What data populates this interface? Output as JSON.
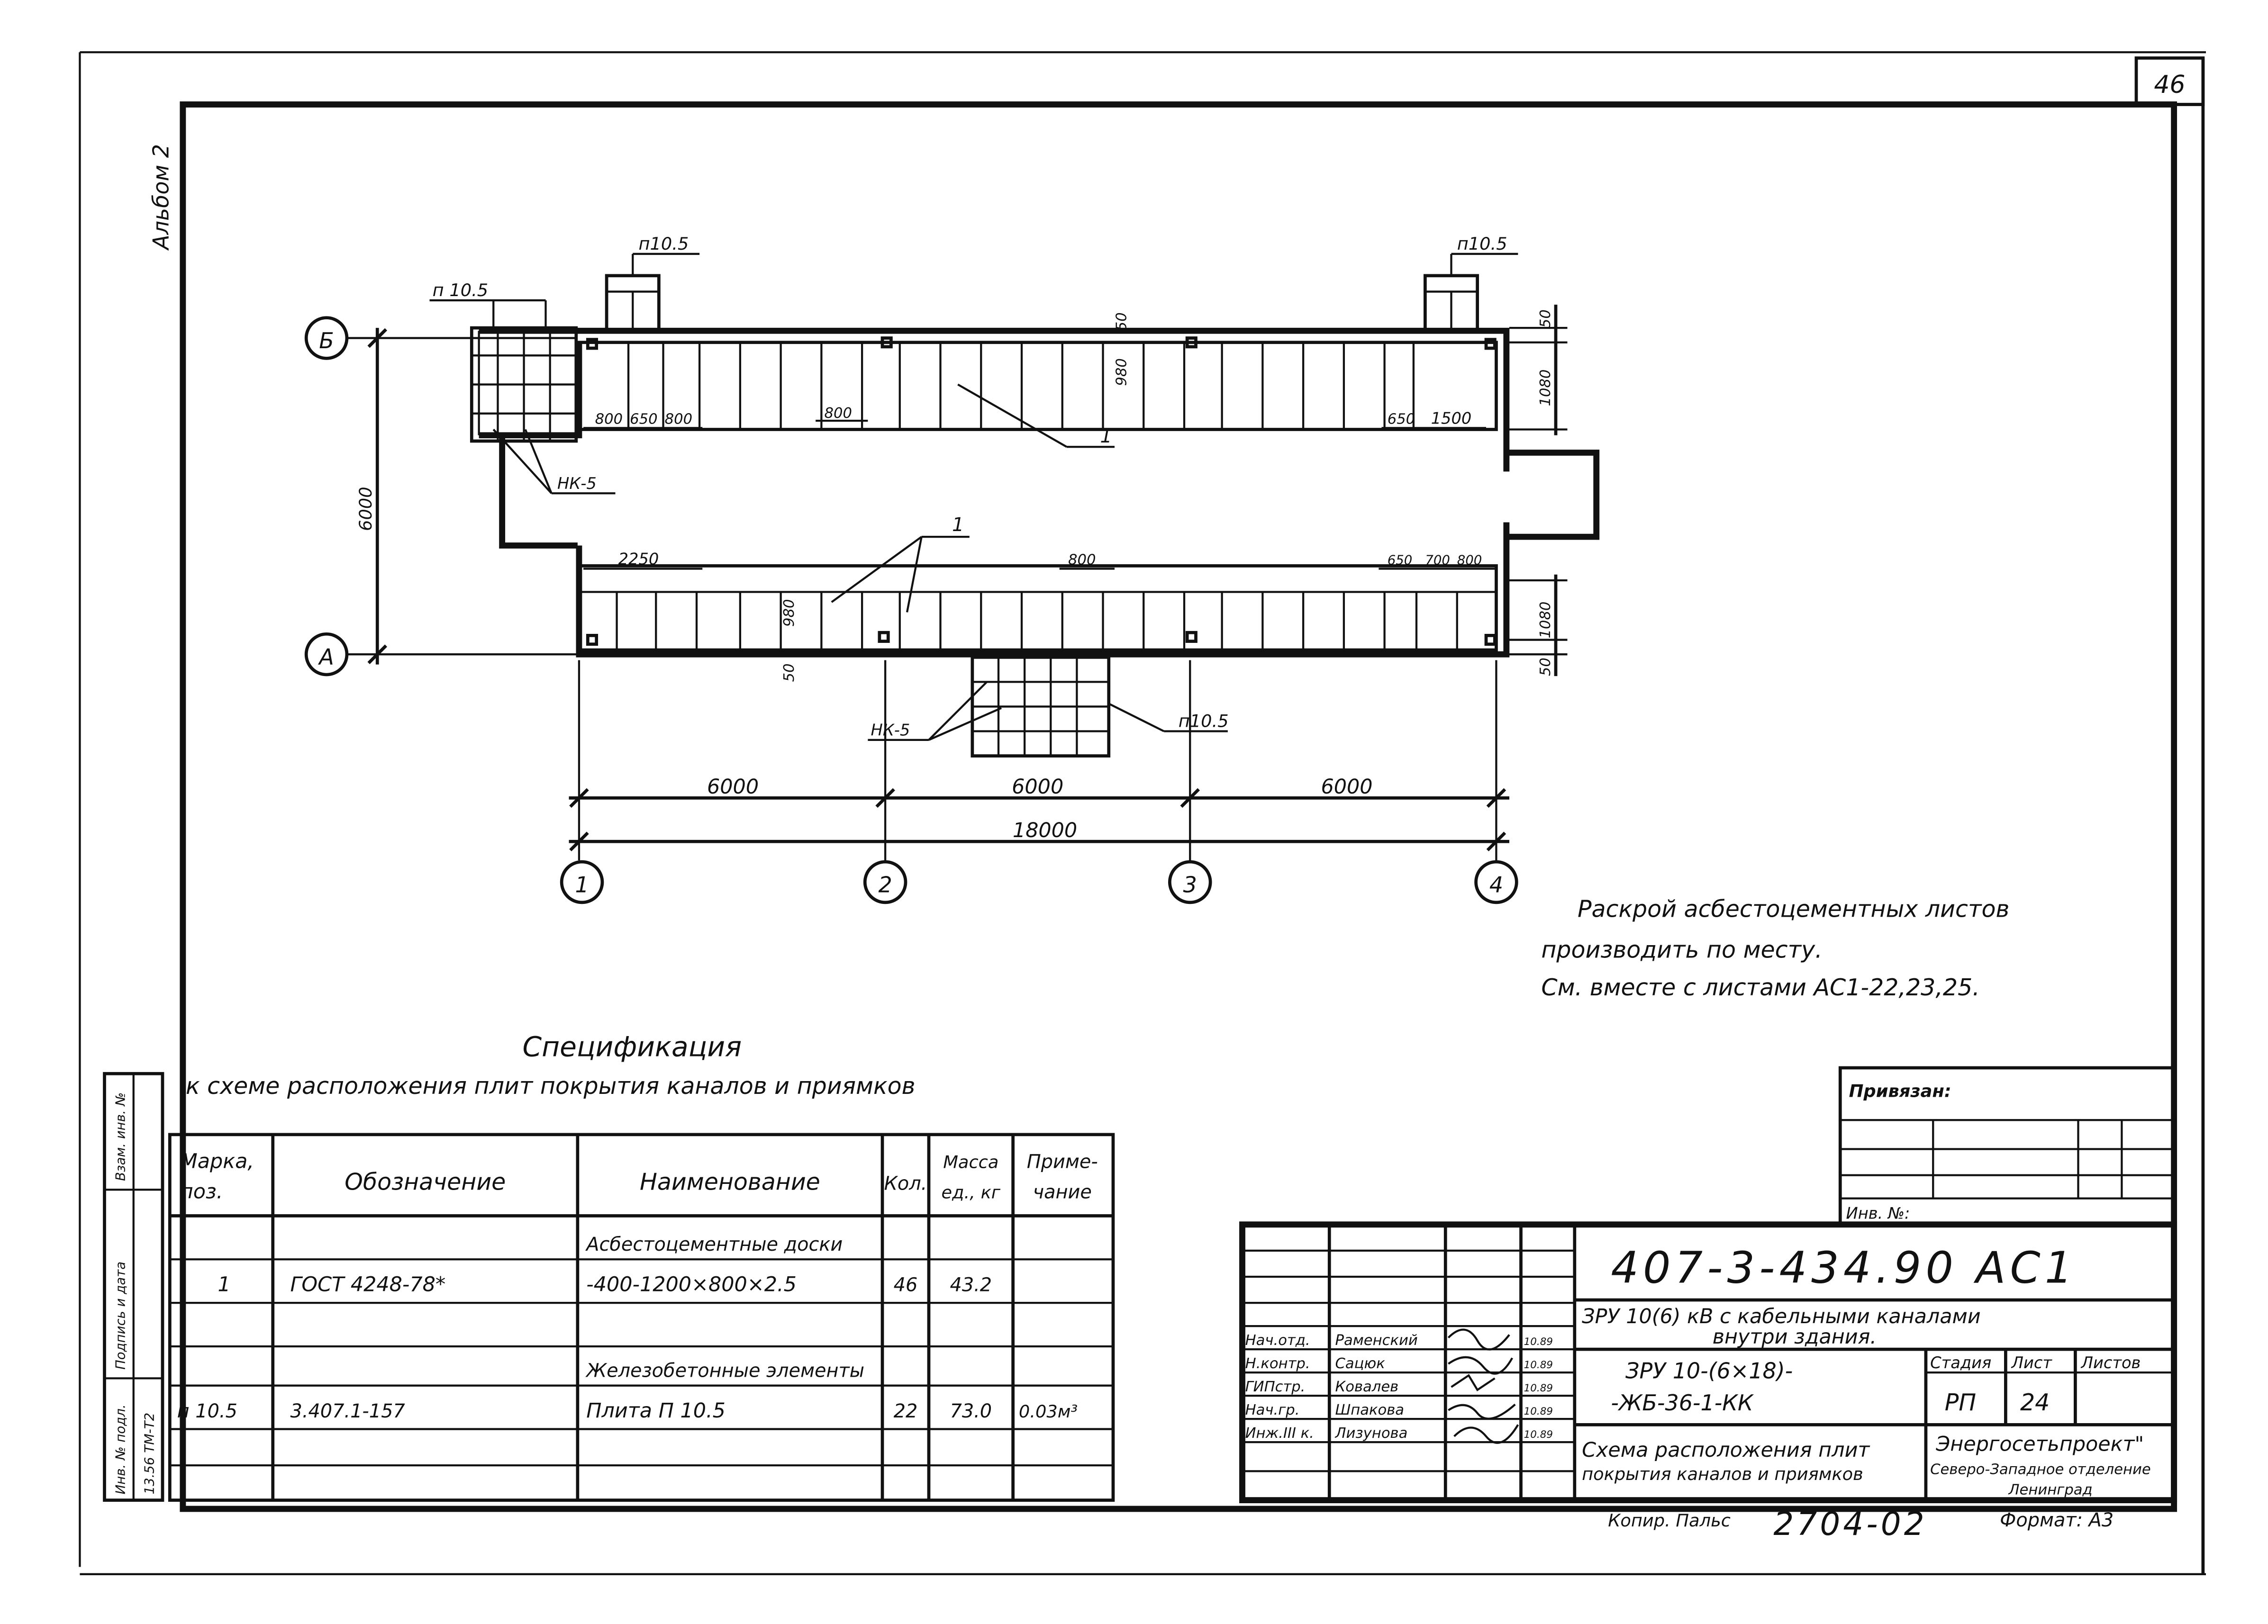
{
  "sheet_number": "46",
  "album_label": "Альбом 2",
  "axes": {
    "rows": [
      "Б",
      "A"
    ],
    "columns": [
      "1",
      "2",
      "3",
      "4"
    ]
  },
  "plan": {
    "top_slab_labels": [
      "п10.5",
      "п10.5",
      "п 10.5"
    ],
    "bottom_slab_label": "п10.5",
    "nk_labels": [
      "НК-5",
      "НК-5"
    ],
    "plate_labels": [
      "1",
      "1"
    ],
    "dims": {
      "d50_top": "50",
      "d980_top": "980",
      "d1080_top": "1080",
      "d50_right_top": "50",
      "d800a": "800",
      "d650a": "650",
      "d800b": "800",
      "d800c": "800",
      "d650b": "650",
      "d1500": "1500",
      "d6000_vert": "6000",
      "d2250": "2250",
      "d800d": "800",
      "d650c": "650",
      "d700": "700",
      "d800e": "800",
      "d980_bot": "980",
      "d50_bot": "50",
      "d1080_bot": "1080",
      "d50_right_bot": "50",
      "span1": "6000",
      "span2": "6000",
      "span3": "6000",
      "total": "18000"
    }
  },
  "note": {
    "line1": "Раскрой асбестоцементных листов",
    "line2": "производить по месту.",
    "line3": "См. вместе с листами АС1-22,23,25."
  },
  "spec": {
    "title": "Спецификация",
    "subtitle": "к схеме расположения плит покрытия каналов и приямков",
    "headers": {
      "mark": [
        "Марка,",
        "поз."
      ],
      "designation": "Обозначение",
      "name": "Наименование",
      "qty": "Кол.",
      "mass": [
        "Масса",
        "ед., кг"
      ],
      "note": [
        "Приме-",
        "чание"
      ]
    },
    "group1": "Асбестоцементные доски",
    "row1": {
      "mark": "1",
      "designation": "ГОСТ 4248-78*",
      "name": "-400-1200×800×2.5",
      "qty": "46",
      "mass": "43.2",
      "note": ""
    },
    "group2": "Железобетонные элементы",
    "row2": {
      "mark": "п 10.5",
      "designation": "3.407.1-157",
      "name": "Плита П 10.5",
      "qty": "22",
      "mass": "73.0",
      "note": "0.03м³"
    }
  },
  "side_stamp": [
    "Инв. № подл.",
    "Подпись и дата",
    "Взам. инв. №",
    "13.56 ТМ-Т2"
  ],
  "title_block": {
    "privyazan": "Привязан:",
    "inv": "Инв. №:",
    "code": "407-3-434.90 АС1",
    "project_line1": "ЗРУ 10(6) кВ с кабельными каналами",
    "project_line2": "внутри здания.",
    "structure_line1": "ЗРУ 10-(6×18)-",
    "structure_line2": "-ЖБ-36-1-КК",
    "stage_header": "Стадия",
    "sheet_header": "Лист",
    "sheets_header": "Листов",
    "stage": "РП",
    "sheet": "24",
    "sheet_title_line1": "Схема расположения плит",
    "sheet_title_line2": "покрытия каналов и приямков",
    "org_line1": "Энергосетьпроект\"",
    "org_line2": "Северо-Западное отделение",
    "org_line3": "Ленинград",
    "roles": [
      {
        "role": "Нач.отд.",
        "name": "Раменский",
        "date": "10.89"
      },
      {
        "role": "Н.контр.",
        "name": "Сацюк",
        "date": "10.89"
      },
      {
        "role": "ГИПстр.",
        "name": "Ковалев",
        "date": "10.89"
      },
      {
        "role": "Нач.гр.",
        "name": "Шпакова",
        "date": "10.89"
      },
      {
        "role": "Инж.III к.",
        "name": "Лизунова",
        "date": "10.89"
      }
    ],
    "copied": "Копир. Пальс",
    "order_no": "2704-02",
    "format": "Формат: А3"
  }
}
